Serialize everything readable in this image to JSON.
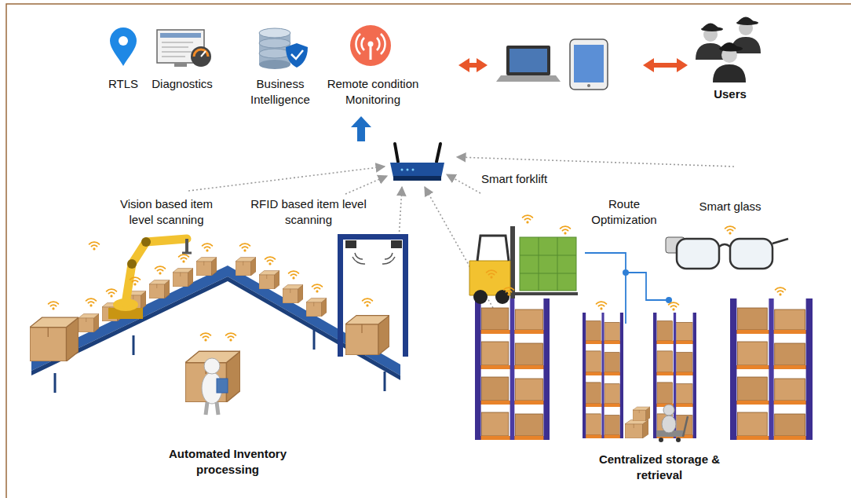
{
  "diagram": {
    "nodes": [
      {
        "text": [
          "RTLS",
          "Diagnostics",
          "Business Intelligence",
          "Remote condition Monitoring"
        ]
      },
      {
        "text": []
      },
      {
        "text": [
          "Users"
        ]
      },
      {
        "text": [
          "Automated Inventory processing"
        ]
      },
      {
        "text": [
          "Centralized storage & retrieval"
        ]
      },
      {
        "text": [
          "Smart forklift"
        ],
        "in": 4
      },
      {
        "text": [
          "Smart glass"
        ],
        "in": 4
      }
    ],
    "edges": [
      {
        "from": 0,
        "to": 1,
        "arrow": "both"
      },
      {
        "from": 1,
        "to": 2,
        "arrow": "both"
      }
    ],
    "labels": [
      "Vision based item level scanning",
      "RFID based item level scanning",
      "Route Optimization"
    ]
  }
}
